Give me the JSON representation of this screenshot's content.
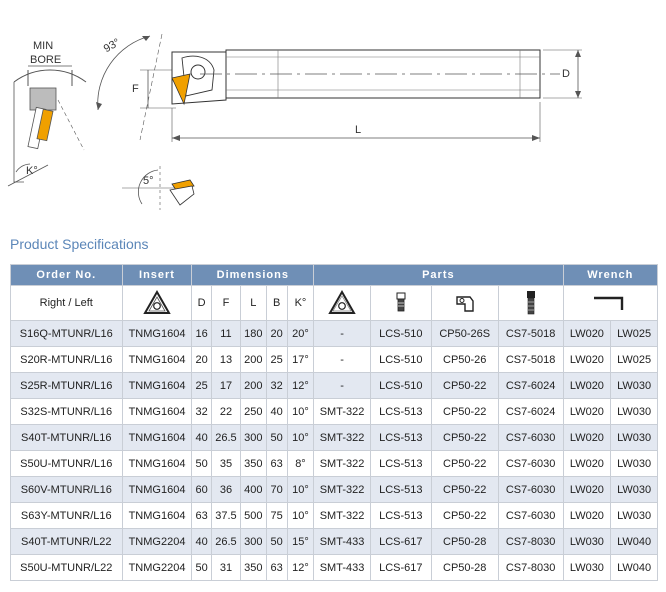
{
  "drawing": {
    "labels": {
      "min_bore_1": "MIN",
      "min_bore_2": "BORE",
      "angle": "93°",
      "f": "F",
      "d": "D",
      "l": "L",
      "kappa": "K°",
      "clearance": "5°"
    }
  },
  "section_title": "Product Specifications",
  "table": {
    "group_headers": {
      "order_no": "Order No.",
      "insert": "Insert",
      "dimensions": "Dimensions",
      "parts": "Parts",
      "wrench": "Wrench"
    },
    "sub_headers": {
      "hand": "Right / Left",
      "d": "D",
      "f": "F",
      "l": "L",
      "b": "B",
      "k": "K°"
    },
    "icons": {
      "insert": "triangle-insert-icon",
      "shim": "triangle-shim-icon",
      "shim_screw": "screw-icon",
      "clamp": "clamp-icon",
      "clamp_screw": "clamp-screw-icon",
      "wrench": "hex-key-icon"
    },
    "rows": [
      [
        "S16Q-MTUNR/L16",
        "TNMG1604",
        "16",
        "11",
        "180",
        "20",
        "20°",
        "-",
        "LCS-510",
        "CP50-26S",
        "CS7-5018",
        "LW020",
        "LW025"
      ],
      [
        "S20R-MTUNR/L16",
        "TNMG1604",
        "20",
        "13",
        "200",
        "25",
        "17°",
        "-",
        "LCS-510",
        "CP50-26",
        "CS7-5018",
        "LW020",
        "LW025"
      ],
      [
        "S25R-MTUNR/L16",
        "TNMG1604",
        "25",
        "17",
        "200",
        "32",
        "12°",
        "-",
        "LCS-510",
        "CP50-22",
        "CS7-6024",
        "LW020",
        "LW030"
      ],
      [
        "S32S-MTUNR/L16",
        "TNMG1604",
        "32",
        "22",
        "250",
        "40",
        "10°",
        "SMT-322",
        "LCS-513",
        "CP50-22",
        "CS7-6024",
        "LW020",
        "LW030"
      ],
      [
        "S40T-MTUNR/L16",
        "TNMG1604",
        "40",
        "26.5",
        "300",
        "50",
        "10°",
        "SMT-322",
        "LCS-513",
        "CP50-22",
        "CS7-6030",
        "LW020",
        "LW030"
      ],
      [
        "S50U-MTUNR/L16",
        "TNMG1604",
        "50",
        "35",
        "350",
        "63",
        "8°",
        "SMT-322",
        "LCS-513",
        "CP50-22",
        "CS7-6030",
        "LW020",
        "LW030"
      ],
      [
        "S60V-MTUNR/L16",
        "TNMG1604",
        "60",
        "36",
        "400",
        "70",
        "10°",
        "SMT-322",
        "LCS-513",
        "CP50-22",
        "CS7-6030",
        "LW020",
        "LW030"
      ],
      [
        "S63Y-MTUNR/L16",
        "TNMG1604",
        "63",
        "37.5",
        "500",
        "75",
        "10°",
        "SMT-322",
        "LCS-513",
        "CP50-22",
        "CS7-6030",
        "LW020",
        "LW030"
      ],
      [
        "S40T-MTUNR/L22",
        "TNMG2204",
        "40",
        "26.5",
        "300",
        "50",
        "15°",
        "SMT-433",
        "LCS-617",
        "CP50-28",
        "CS7-8030",
        "LW030",
        "LW040"
      ],
      [
        "S50U-MTUNR/L22",
        "TNMG2204",
        "50",
        "31",
        "350",
        "63",
        "12°",
        "SMT-433",
        "LCS-617",
        "CP50-28",
        "CS7-8030",
        "LW030",
        "LW040"
      ]
    ]
  },
  "colors": {
    "header_bg": "#6f8fb6",
    "row_alt_bg": "#e3e8f1",
    "title_blue": "#5b86b8",
    "insert_orange": "#f0a000"
  }
}
